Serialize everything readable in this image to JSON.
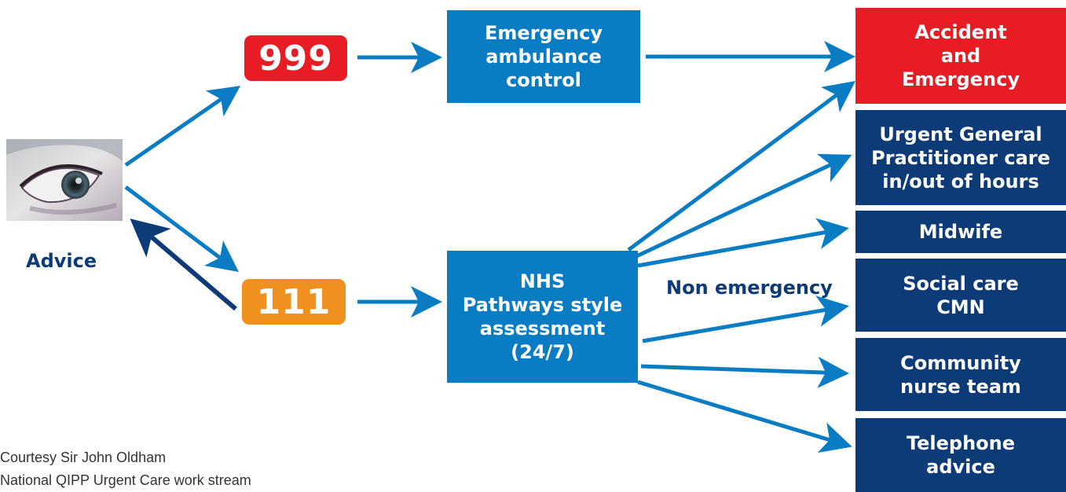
{
  "colors": {
    "blue": "#0a7cc4",
    "navy": "#0d3b78",
    "red": "#e81c24",
    "orange": "#f0901e",
    "arrow": "#0a7cc4",
    "arrow_return": "#0d3b78",
    "label_text": "#0d3b78"
  },
  "image": {
    "icon": "eye-image"
  },
  "advice_label": "Advice",
  "call_999": "999",
  "call_111": "111",
  "ambulance_control": "Emergency\nambulance\ncontrol",
  "nhs_pathways": "NHS\nPathways style\nassessment\n(24/7)",
  "non_emergency_label": "Non emergency",
  "destinations": {
    "ae": "Accident\nand\nEmergency",
    "gp": "Urgent General\nPractitioner care\nin/out of hours",
    "midwife": "Midwife",
    "social": "Social care\nCMN",
    "community": "Community\nnurse team",
    "telephone": "Telephone\nadvice"
  },
  "credit": {
    "line1": "Courtesy Sir John Oldham",
    "line2": "National QIPP Urgent Care work stream"
  }
}
